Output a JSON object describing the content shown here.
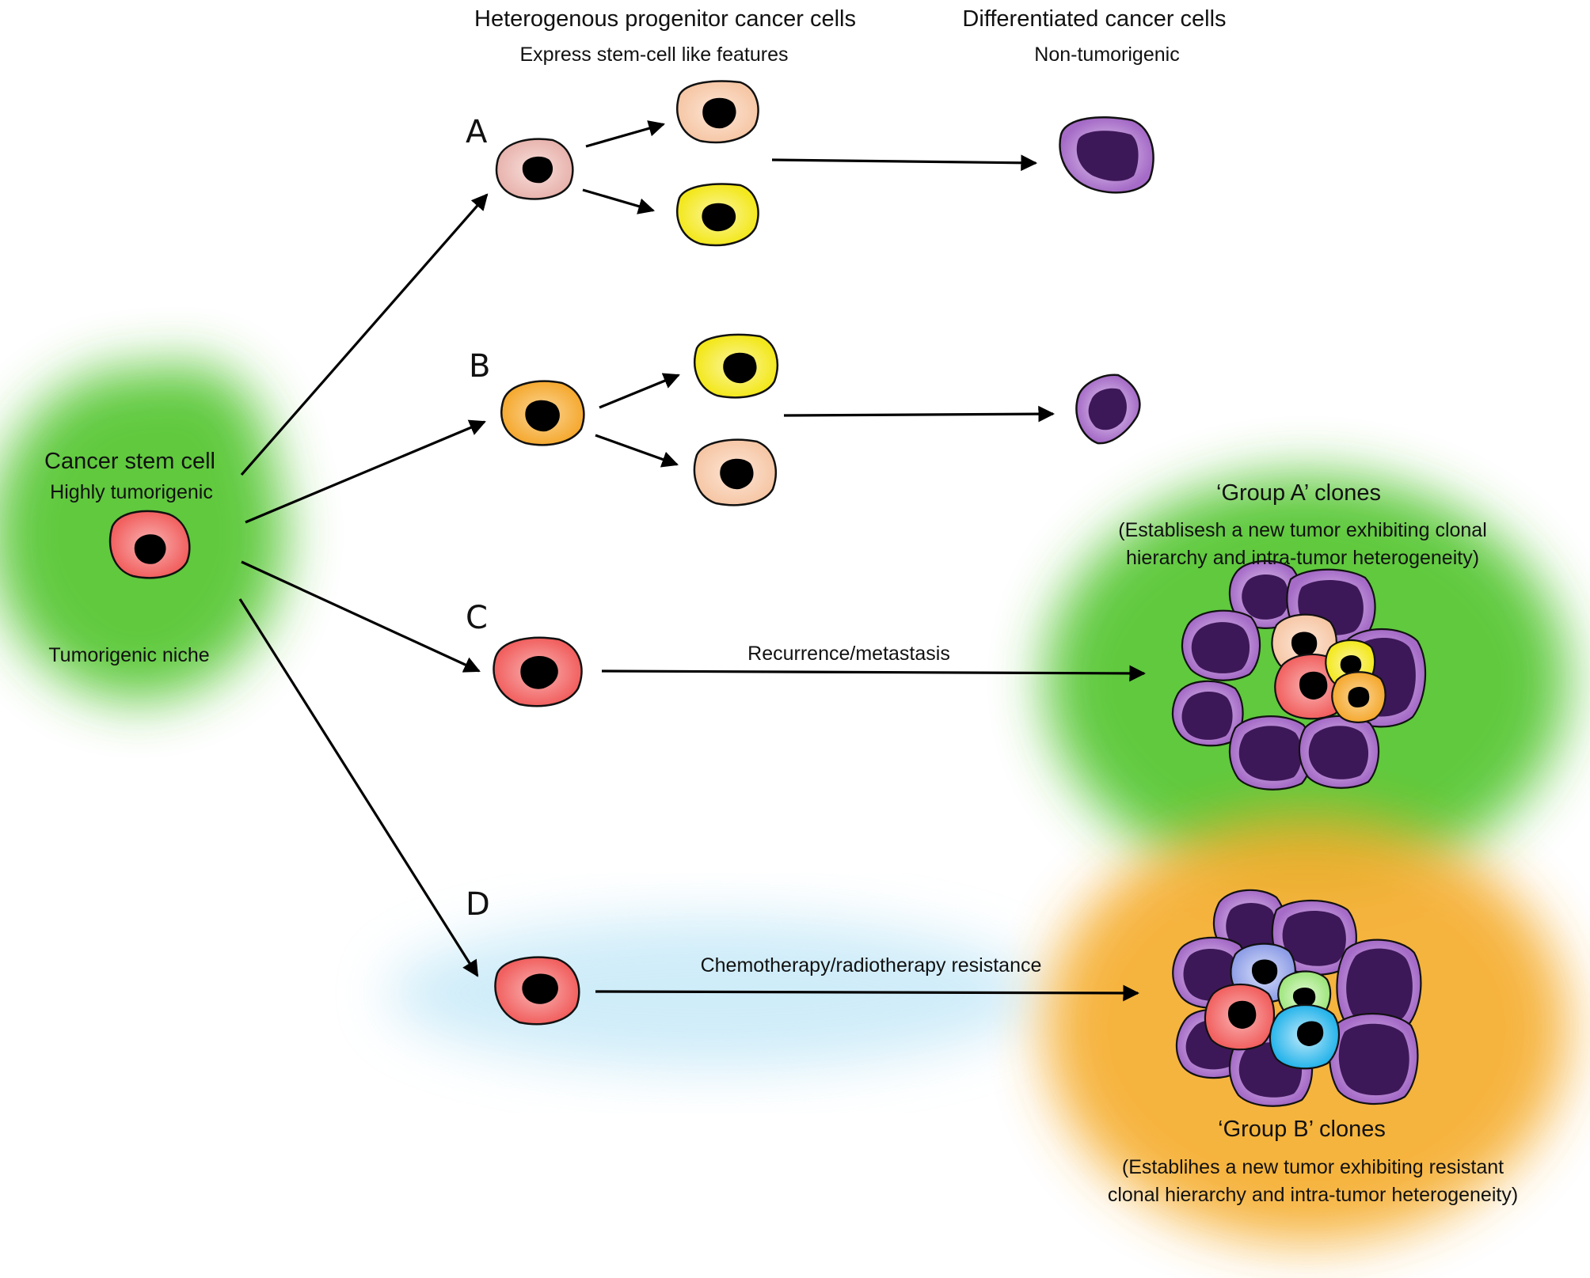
{
  "headers": {
    "progenitor_title": "Heterogenous progenitor cancer cells",
    "progenitor_sub": "Express stem-cell like features",
    "differentiated_title": "Differentiated cancer cells",
    "differentiated_sub": "Non-tumorigenic"
  },
  "stem": {
    "title": "Cancer stem cell",
    "sub": "Highly tumorigenic",
    "niche": "Tumorigenic niche"
  },
  "pathways": {
    "a": "A",
    "b": "B",
    "c": "C",
    "d": "D",
    "c_arrow": "Recurrence/metastasis",
    "d_arrow": "Chemotherapy/radiotherapy resistance"
  },
  "group_a": {
    "title": "‘Group A’ clones",
    "line1": "(Establisesh a new tumor exhibiting clonal",
    "line2": "hierarchy and intra-tumor heterogeneity)"
  },
  "group_b": {
    "title": "‘Group B’ clones",
    "line1": "(Establihes a new tumor exhibiting resistant",
    "line2": "clonal hierarchy and intra-tumor heterogeneity)"
  },
  "colors": {
    "niche_green": "#4fc42a",
    "resistance_blue": "#bfe6f7",
    "group_b_orange": "#f5ac2a",
    "stem_red": "#f26a6a",
    "peach": "#f9d2b8",
    "pink": "#efc4c0",
    "yellow": "#f6f036",
    "orange": "#f7b94c",
    "blue": "#a9b6ee",
    "green": "#b7ef9a",
    "cyan": "#52c5ef",
    "violet_rim": "#b07ad0",
    "violet_core": "#3d1858"
  }
}
